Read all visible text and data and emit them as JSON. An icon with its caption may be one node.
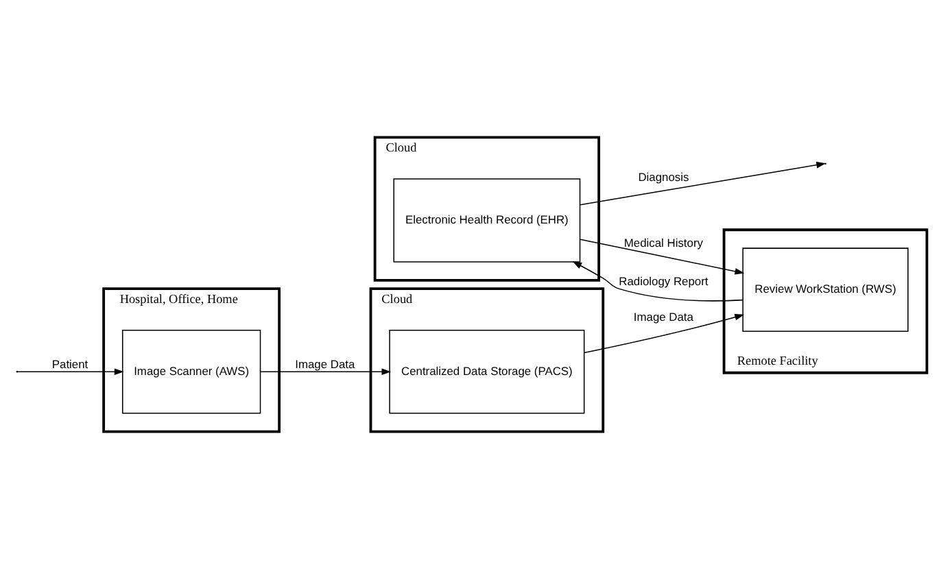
{
  "diagram": {
    "nodes": [
      {
        "text": [
          "Hospital, Office, Home"
        ]
      },
      {
        "text": [
          "Image Scanner (AWS)"
        ],
        "in": 0
      },
      {
        "text": [
          "Cloud"
        ]
      },
      {
        "text": [
          "Centralized Data Storage (PACS)"
        ],
        "in": 2
      },
      {
        "text": [
          "Cloud"
        ]
      },
      {
        "text": [
          "Electronic Health Record (EHR)"
        ],
        "in": 4
      },
      {
        "text": [
          "Remote Facility"
        ]
      },
      {
        "text": [
          "Review WorkStation (RWS)"
        ],
        "in": 6
      }
    ],
    "edges": [
      {
        "from": null,
        "to": 1,
        "arrow": "to",
        "label": "Patient"
      },
      {
        "from": 1,
        "to": 3,
        "arrow": "to",
        "label": "Image Data"
      },
      {
        "from": 3,
        "to": 7,
        "arrow": "to",
        "label": "Image Data"
      },
      {
        "from": 5,
        "to": 7,
        "arrow": "to",
        "label": "Medical History"
      },
      {
        "from": 7,
        "to": 5,
        "arrow": "to",
        "label": "Radiology Report"
      },
      {
        "from": 5,
        "to": null,
        "arrow": "to",
        "label": "Diagnosis"
      }
    ]
  }
}
